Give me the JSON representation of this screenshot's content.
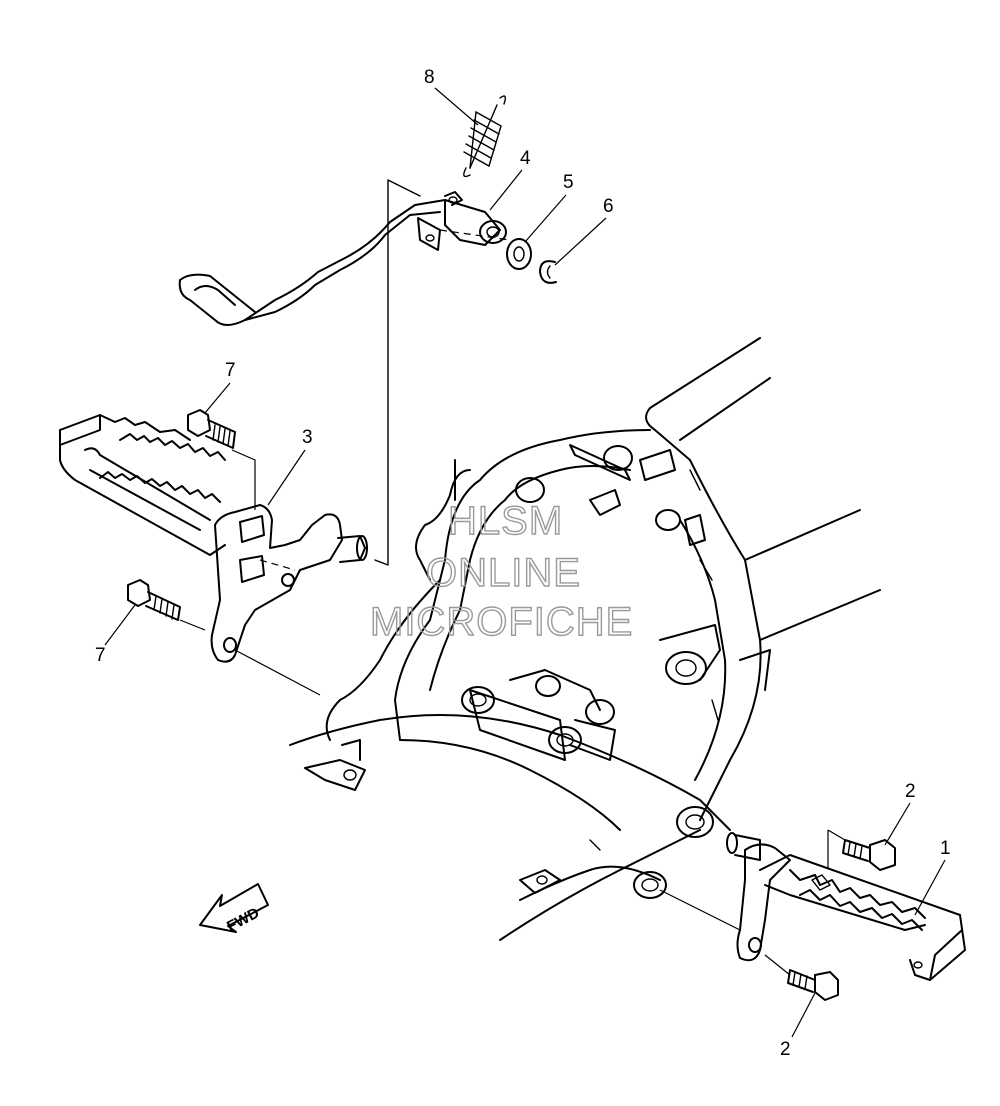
{
  "callouts": {
    "c1": "1",
    "c2a": "2",
    "c2b": "2",
    "c3": "3",
    "c4": "4",
    "c5": "5",
    "c6": "6",
    "c7a": "7",
    "c7b": "7",
    "c8": "8"
  },
  "watermark": {
    "line1": "HLSM",
    "line2": "ONLINE",
    "line3": "MICROFICHE"
  },
  "direction_arrow": {
    "label": "FWD"
  },
  "colors": {
    "line": "#000000",
    "watermark": "#9a9a9a",
    "background": "#ffffff"
  }
}
